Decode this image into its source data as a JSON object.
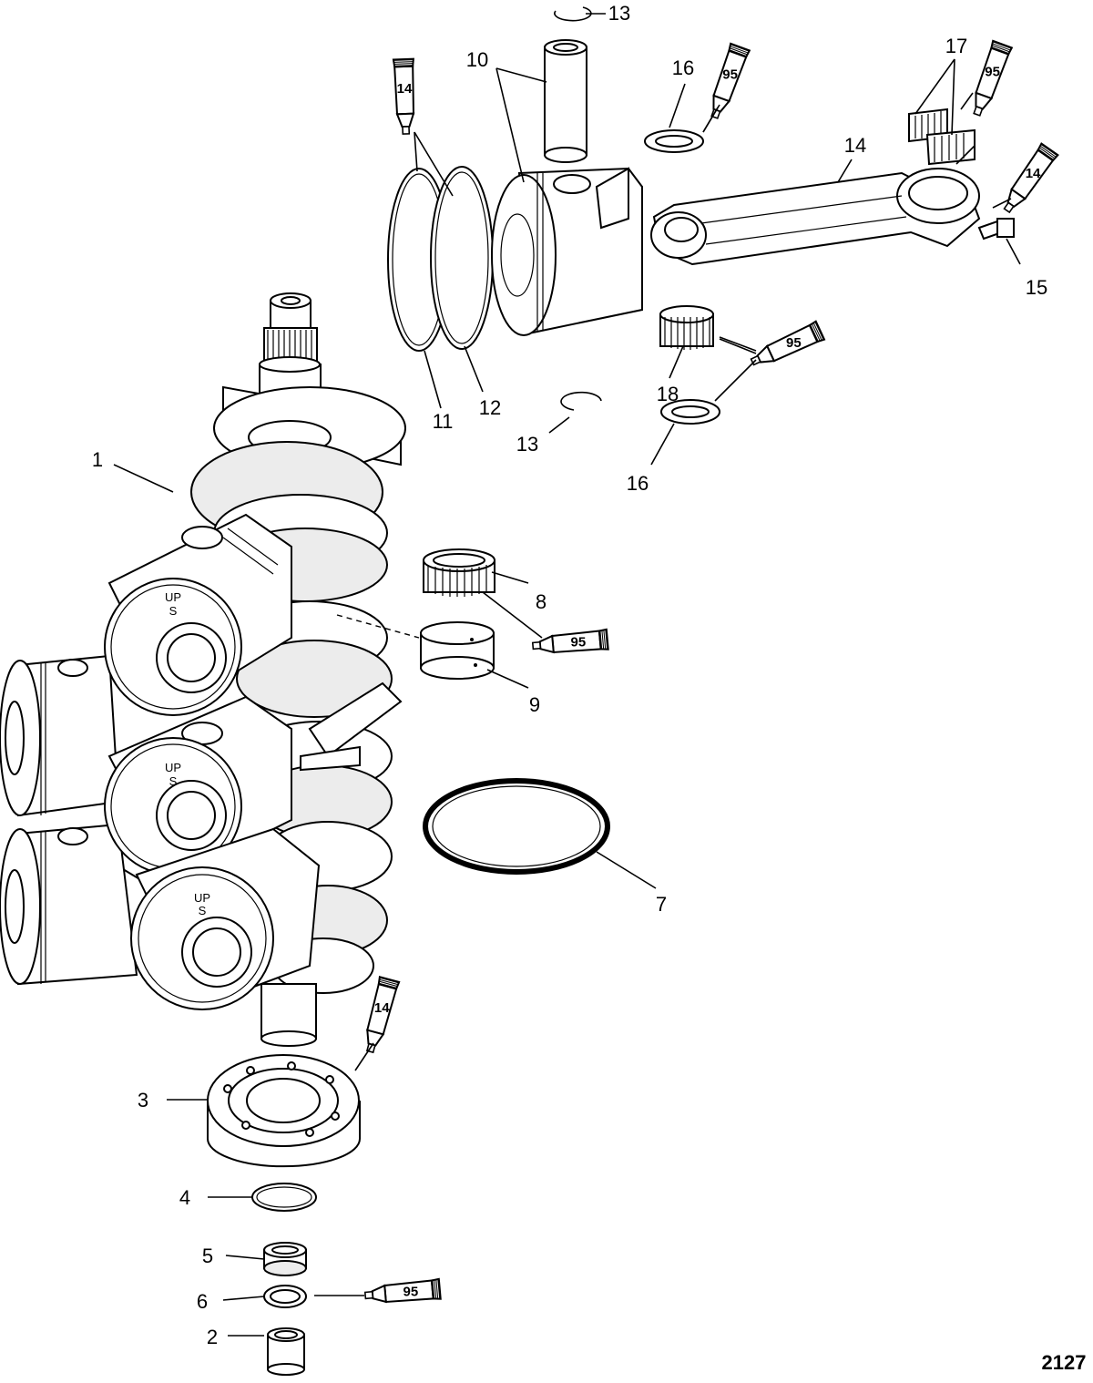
{
  "figure_number": "2127",
  "callouts": [
    {
      "id": "c1",
      "text": "1"
    },
    {
      "id": "c2",
      "text": "2"
    },
    {
      "id": "c3",
      "text": "3"
    },
    {
      "id": "c4",
      "text": "4"
    },
    {
      "id": "c5",
      "text": "5"
    },
    {
      "id": "c6",
      "text": "6"
    },
    {
      "id": "c7",
      "text": "7"
    },
    {
      "id": "c8",
      "text": "8"
    },
    {
      "id": "c9",
      "text": "9"
    },
    {
      "id": "c10",
      "text": "10"
    },
    {
      "id": "c11",
      "text": "11"
    },
    {
      "id": "c12",
      "text": "12"
    },
    {
      "id": "c13a",
      "text": "13"
    },
    {
      "id": "c13b",
      "text": "13"
    },
    {
      "id": "c14",
      "text": "14"
    },
    {
      "id": "c15",
      "text": "15"
    },
    {
      "id": "c16a",
      "text": "16"
    },
    {
      "id": "c16b",
      "text": "16"
    },
    {
      "id": "c17",
      "text": "17"
    },
    {
      "id": "c18",
      "text": "18"
    }
  ],
  "lubricant_tubes": [
    {
      "id": "t14a",
      "text": "14"
    },
    {
      "id": "t95a",
      "text": "95"
    },
    {
      "id": "t95b",
      "text": "95"
    },
    {
      "id": "t14b",
      "text": "14"
    },
    {
      "id": "t95c",
      "text": "95"
    },
    {
      "id": "t95d",
      "text": "95"
    },
    {
      "id": "t14c",
      "text": "14"
    },
    {
      "id": "t95e",
      "text": "95"
    }
  ],
  "piston_markings": [
    {
      "id": "m1",
      "up": "UP",
      "s": "S"
    },
    {
      "id": "m2",
      "up": "UP",
      "s": "S"
    },
    {
      "id": "m3",
      "up": "UP",
      "s": "S"
    }
  ]
}
